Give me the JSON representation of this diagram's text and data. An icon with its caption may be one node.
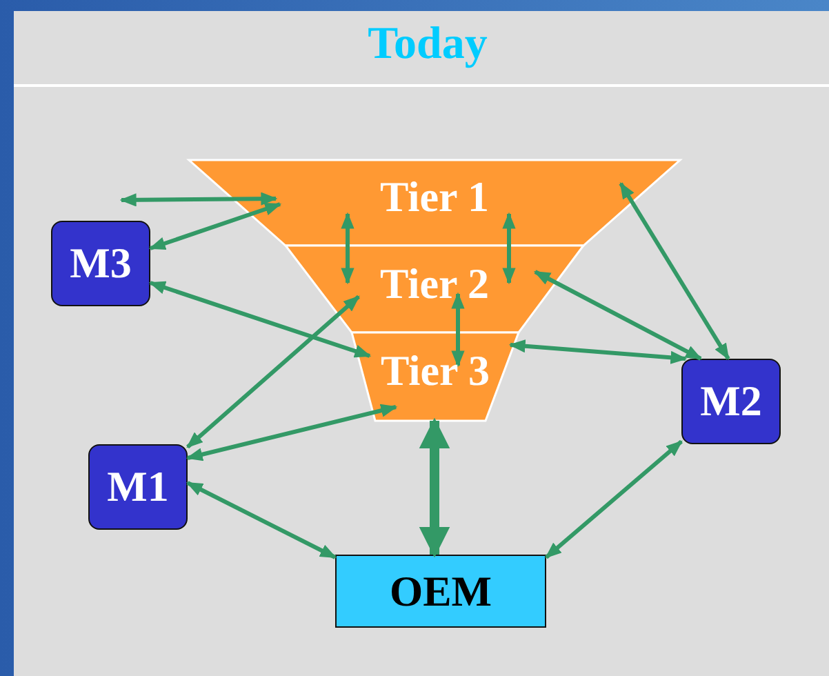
{
  "diagram": {
    "title": "Today",
    "nodes": [
      {
        "text": [
          "Tier 1"
        ]
      },
      {
        "text": [
          "Tier 2"
        ]
      },
      {
        "text": [
          "Tier 3"
        ]
      },
      {
        "text": [
          "M3"
        ]
      },
      {
        "text": [
          "M2"
        ]
      },
      {
        "text": [
          "M1"
        ]
      },
      {
        "text": [
          "OEM"
        ]
      }
    ],
    "edges": [
      {
        "from": 3,
        "to": 0,
        "arrow": "both"
      },
      {
        "from": 3,
        "to": 0,
        "arrow": "both"
      },
      {
        "from": 0,
        "to": 1,
        "arrow": "both"
      },
      {
        "from": 0,
        "to": 1,
        "arrow": "both"
      },
      {
        "from": 3,
        "to": 2,
        "arrow": "both"
      },
      {
        "from": 5,
        "to": 1,
        "arrow": "both"
      },
      {
        "from": 1,
        "to": 2,
        "arrow": "both"
      },
      {
        "from": 5,
        "to": 2,
        "arrow": "both"
      },
      {
        "from": 0,
        "to": 4,
        "arrow": "both"
      },
      {
        "from": 1,
        "to": 4,
        "arrow": "both"
      },
      {
        "from": 2,
        "to": 4,
        "arrow": "both"
      },
      {
        "from": 2,
        "to": 6,
        "arrow": "both",
        "style": "thick"
      },
      {
        "from": 5,
        "to": 6,
        "arrow": "both"
      },
      {
        "from": 4,
        "to": 6,
        "arrow": "both"
      }
    ]
  }
}
